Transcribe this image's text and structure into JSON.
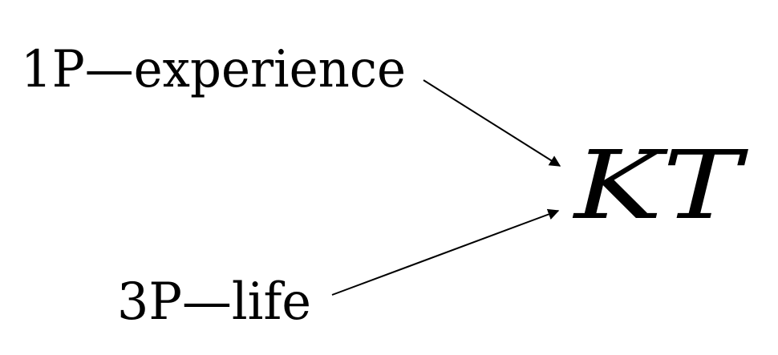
{
  "nodes": {
    "source_first": {
      "text": "1P—experience"
    },
    "source_third": {
      "text": "3P—life"
    },
    "target": {
      "text": "KT"
    }
  },
  "edges": [
    {
      "from": "source_first",
      "to": "target"
    },
    {
      "from": "source_third",
      "to": "target"
    }
  ],
  "colors": {
    "ink": "#000000",
    "background": "#ffffff"
  }
}
